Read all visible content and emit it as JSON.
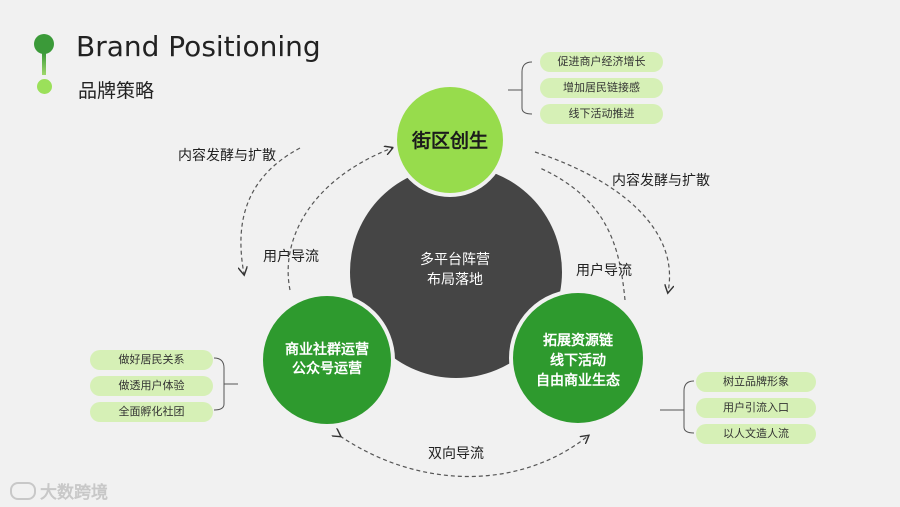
{
  "header": {
    "title": "Brand Positioning",
    "subtitle": "品牌策略"
  },
  "center": {
    "line1": "多平台阵营",
    "line2": "布局落地"
  },
  "nodes": {
    "top": {
      "label": "街区创生"
    },
    "left": {
      "line1": "商业社群运营",
      "line2": "公众号运营"
    },
    "right": {
      "line1": "拓展资源链",
      "line2": "线下活动",
      "line3": "自由商业生态"
    }
  },
  "pills": {
    "top": [
      "促进商户经济增长",
      "增加居民链接感",
      "线下活动推进"
    ],
    "left": [
      "做好居民关系",
      "做透用户体验",
      "全面孵化社团"
    ],
    "right": [
      "树立品牌形象",
      "用户引流入口",
      "以人文造人流"
    ]
  },
  "flows": {
    "left_outer": "内容发酵与扩散",
    "right_outer": "内容发酵与扩散",
    "left_inner": "用户导流",
    "right_inner": "用户导流",
    "bottom": "双向导流"
  },
  "watermark": "大数跨境",
  "colors": {
    "dark_green": "#2e9a2e",
    "light_green": "#97dc4c",
    "center_gray": "#454545",
    "pill_bg": "#d6f0b6"
  }
}
